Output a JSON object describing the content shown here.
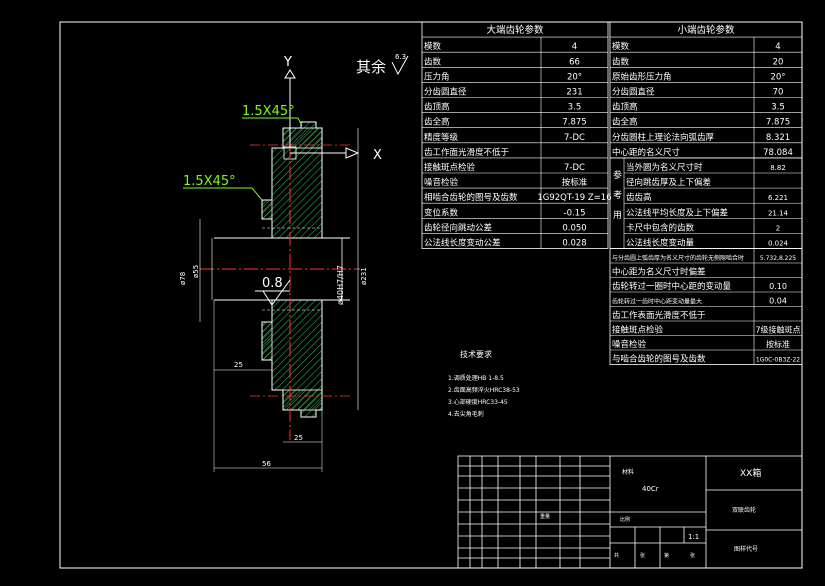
{
  "colors": {
    "background": "#000000",
    "line": "#ffffff",
    "hatch": "#22aa55",
    "centerline": "#ff3333",
    "chamfer": "#7cfc00",
    "dimension": "#ffffff"
  },
  "drawing": {
    "roughness_label": "其余",
    "roughness_value": "6.3",
    "axis_y": "Y",
    "axis_x": "X",
    "chamfer_top": "1.5X45°",
    "chamfer_mid": "1.5X45°",
    "roughness_bore": "0.8",
    "bore_dim": "ø40H7/H7",
    "dim_outer": "ø231",
    "dim_left1": "ø78",
    "dim_left2": "ø55",
    "dim_hub_len": "25",
    "dim_tooth_width": "25",
    "dim_total": "56"
  },
  "big_gear_table": {
    "title": "大端齿轮参数",
    "rows": [
      [
        "模数",
        "4"
      ],
      [
        "齿数",
        "66"
      ],
      [
        "压力角",
        "20°"
      ],
      [
        "分齿圆直径",
        "231"
      ],
      [
        "齿顶高",
        "3.5"
      ],
      [
        "齿全高",
        "7.875"
      ],
      [
        "精度等级",
        "7-DC"
      ],
      [
        "齿工作面光滑度不低于",
        ""
      ],
      [
        "接触斑点检验",
        "7-DC"
      ],
      [
        "噪音检验",
        "按标准"
      ],
      [
        "相啮合齿轮的图号及齿数",
        "1G92QT-19 Z=16"
      ],
      [
        "变位系数",
        "-0.15"
      ],
      [
        "齿轮径向跳动公差",
        "0.050"
      ],
      [
        "公法线长度变动公差",
        "0.028"
      ]
    ]
  },
  "small_gear_table": {
    "title": "小端齿轮参数",
    "rows": [
      [
        "模数",
        "4"
      ],
      [
        "齿数",
        "20"
      ],
      [
        "原始齿形压力角",
        "20°"
      ],
      [
        "分齿圆直径",
        "70"
      ],
      [
        "齿顶高",
        "3.5"
      ],
      [
        "齿全高",
        "7.875"
      ],
      [
        "分齿圆柱上理论法向弧齿厚",
        "8.321"
      ],
      [
        "中心距的名义尺寸",
        "78.084"
      ]
    ],
    "ref_label": "参考用",
    "ref_rows": [
      [
        "当外圆为名义尺寸时",
        "8.82"
      ],
      [
        "径向跳齿厚及上下偏差",
        ""
      ],
      [
        "齿齿高",
        "6.221"
      ],
      [
        "公法线平均长度及上下偏差",
        "21.14"
      ],
      [
        "卡尺中包含的齿数",
        "2"
      ],
      [
        "公法线长度变动量",
        "0.024"
      ]
    ],
    "lower_rows": [
      [
        "与分齿圆上弧齿厚为名义尺寸的齿轮无侧隙啮合时",
        "5.732,8.225"
      ],
      [
        "中心距为名义尺寸时偏差",
        ""
      ],
      [
        "齿轮转过一圈时中心距的变动量",
        "0.10"
      ],
      [
        "齿轮转过一齿时中心距变动量最大",
        "0.04"
      ],
      [
        "齿工作表面光滑度不低于",
        ""
      ],
      [
        "接触斑点检验",
        "7级接触斑点"
      ],
      [
        "噪音检验",
        "按标准"
      ],
      [
        "与啮合齿轮的图号及齿数",
        "1G0C-0B3Z-22"
      ]
    ]
  },
  "tech_requirements": {
    "title": "技术要求",
    "items": [
      "1.调质处理HB 1-8.5",
      "2.齿面高频淬火HRC38-53",
      "3.心部硬度HRC33-45",
      "4.去尖角毛刺"
    ]
  },
  "title_block": {
    "material_label": "材料",
    "material": "40Cr",
    "project": "XX箱",
    "part_name": "双联齿轮",
    "drawing_no": "图样代号",
    "scale_label": "比例",
    "scale": "1:1",
    "weight": "重量",
    "sheet_cells": [
      "共",
      "张",
      "第",
      "张"
    ]
  }
}
